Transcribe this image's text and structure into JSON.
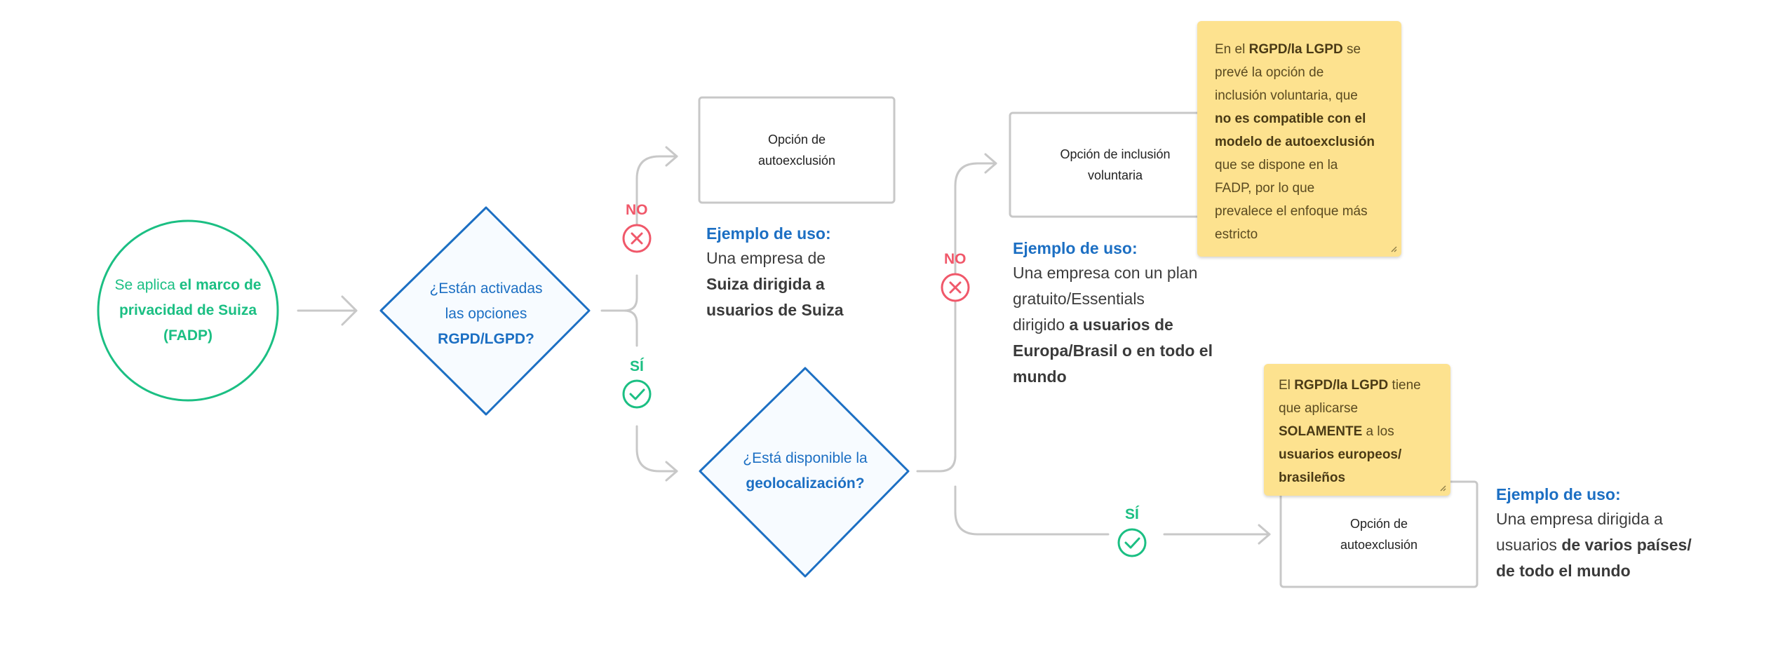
{
  "start": {
    "pre": "Se aplica ",
    "bold": "el marco de privacidad de Suiza (FADP)"
  },
  "diamond1": {
    "line1": "¿Están activadas",
    "line2": "las opciones",
    "bold": "RGPD/LGPD?"
  },
  "box1": {
    "line1": "Opción de",
    "line2": "autoexclusión"
  },
  "example1": {
    "title": "Ejemplo de uso:",
    "line1": "Una empresa de",
    "bold1": "Suiza dirigida a",
    "bold2": "usuarios de Suiza"
  },
  "branch1": {
    "no": "NO",
    "yes": "SÍ"
  },
  "diamond2": {
    "line1": "¿Está disponible la",
    "bold": "geolocalización?"
  },
  "branch2": {
    "no": "NO",
    "yes": "SÍ"
  },
  "box2": {
    "line1": "Opción de inclusión",
    "line2": "voluntaria"
  },
  "example2": {
    "title": "Ejemplo de uso:",
    "line1": "Una empresa con un plan",
    "line2": "gratuito/Essentials",
    "line3_pre": "dirigido ",
    "line3_bold": "a usuarios de",
    "bold2": "Europa/Brasil o en todo el",
    "bold3": "mundo"
  },
  "note1": {
    "l1_pre": "En el ",
    "l1_bold": "RGPD/la LGPD",
    "l1_post": " se",
    "l2": "prevé la opción de",
    "l3": "inclusión voluntaria, que",
    "l4_bold": "no es compatible con el",
    "l5_bold": "modelo de autoexclusión",
    "l6": "que se dispone en la",
    "l7": "FADP, por lo que",
    "l8": "prevalece el enfoque más",
    "l9": "estricto"
  },
  "note2": {
    "l1_pre": "El ",
    "l1_bold": "RGPD/la LGPD",
    "l1_post": " tiene",
    "l2": "que aplicarse",
    "l3_bold": "SOLAMENTE",
    "l3_post": " a los",
    "l4_bold": "usuarios europeos/",
    "l5_bold": "brasileños"
  },
  "box3": {
    "line1": "Opción de",
    "line2": "autoexclusión"
  },
  "example3": {
    "title": "Ejemplo de uso:",
    "line1": "Una empresa dirigida a",
    "line2_pre": "usuarios ",
    "line2_bold": "de varios países/",
    "bold2": "de todo el mundo"
  },
  "colors": {
    "green": "#1bbf83",
    "blue": "#1c6fc3",
    "red": "#f0586a",
    "gray": "#c8c8c8",
    "note": "#fde28f"
  }
}
